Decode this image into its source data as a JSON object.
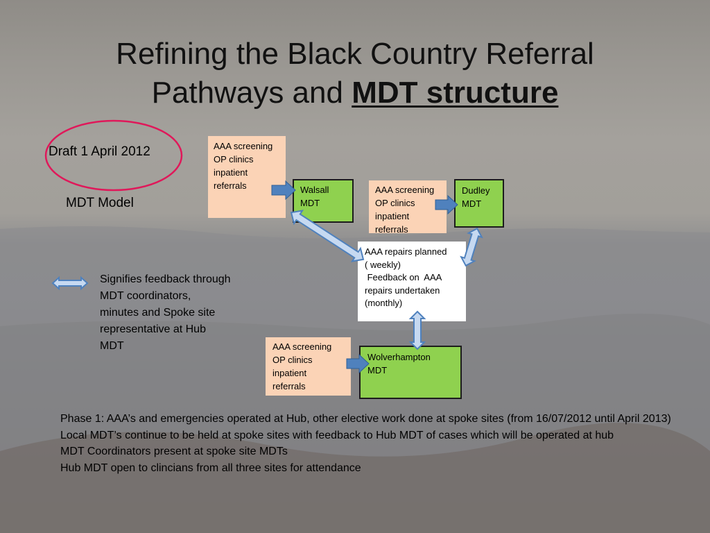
{
  "title": {
    "line1": "Refining the Black Country Referral",
    "line2_plain": "Pathways and ",
    "line2_bold": "MDT structure"
  },
  "draft_label": "Draft 1 April 2012",
  "model_label": "MDT Model",
  "legend_text": "Signifies feedback through MDT coordinators, minutes and Spoke site representative at Hub MDT",
  "referral_boxes": [
    [
      "AAA screening",
      "OP clinics",
      "inpatient",
      "referrals"
    ],
    [
      "AAA screening",
      "OP clinics",
      "inpatient",
      "referrals"
    ],
    [
      "AAA screening",
      "OP clinics",
      "inpatient",
      "referrals"
    ]
  ],
  "mdt": {
    "walsall": [
      "Walsall",
      "MDT"
    ],
    "dudley": [
      "Dudley",
      "MDT"
    ],
    "wolverhampton": [
      "Wolverhampton",
      "MDT"
    ]
  },
  "hub_box": [
    "AAA repairs planned",
    "( weekly)",
    " Feedback on  AAA",
    "repairs undertaken",
    "(monthly)"
  ],
  "phase_lines": [
    "Phase 1: AAA’s and emergencies operated at Hub, other elective work done at spoke sites (from 16/07/2012 until April 2013)",
    "Local MDT’s continue to be held at spoke sites with feedback to Hub MDT of cases which will be operated at hub",
    "MDT Coordinators present at spoke site MDTs",
    "Hub MDT open to clincians from all three sites for attendance"
  ],
  "colors": {
    "referral_fill": "#fbd3b6",
    "mdt_fill": "#8fd14f",
    "arrow_fill": "#4f81bd",
    "feedback_arrow_fill": "#c6d9f1",
    "ellipse_stroke": "#e0185a"
  },
  "icons": {
    "push_arrow": "right-arrow-icon",
    "feedback_arrow": "double-headed-arrow-icon"
  }
}
